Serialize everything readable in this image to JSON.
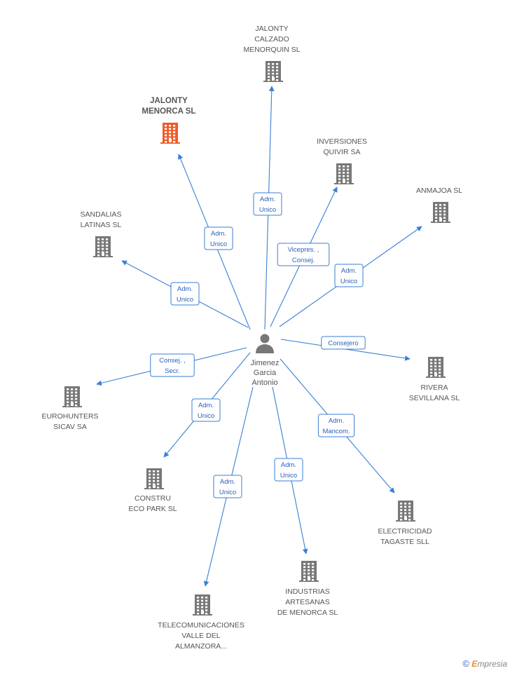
{
  "center": {
    "name_lines": [
      "Jimenez",
      "Garcia",
      "Antonio"
    ],
    "icon": "person-icon"
  },
  "colors": {
    "edge": "#3a7fd5",
    "building": "#777777",
    "highlight_building": "#f05a28"
  },
  "companies": [
    {
      "id": "jalonty-calzado",
      "lines": [
        "JALONTY",
        "CALZADO",
        "MENORQUIN SL"
      ],
      "highlight": false,
      "role": [
        "Adm.",
        "Unico"
      ]
    },
    {
      "id": "jalonty-menorca",
      "lines": [
        "JALONTY",
        "MENORCA SL"
      ],
      "highlight": true,
      "role": [
        "Adm.",
        "Unico"
      ]
    },
    {
      "id": "inversiones-quivir",
      "lines": [
        "INVERSIONES",
        "QUIVIR SA"
      ],
      "highlight": false,
      "role": [
        "Vicepres. ,",
        "Consej."
      ]
    },
    {
      "id": "anmajoa",
      "lines": [
        "ANMAJOA SL"
      ],
      "highlight": false,
      "role": [
        "Adm.",
        "Unico"
      ]
    },
    {
      "id": "sandalias-latinas",
      "lines": [
        "SANDALIAS",
        "LATINAS SL"
      ],
      "highlight": false,
      "role": [
        "Adm.",
        "Unico"
      ]
    },
    {
      "id": "rivera-sevillana",
      "lines": [
        "RIVERA",
        "SEVILLANA SL"
      ],
      "highlight": false,
      "role": [
        "Consejero"
      ]
    },
    {
      "id": "eurohunters",
      "lines": [
        "EUROHUNTERS",
        "SICAV SA"
      ],
      "highlight": false,
      "role": [
        "Consej. ,",
        "Secr."
      ]
    },
    {
      "id": "constru-eco-park",
      "lines": [
        "CONSTRU",
        "ECO PARK SL"
      ],
      "highlight": false,
      "role": [
        "Adm.",
        "Unico"
      ]
    },
    {
      "id": "electricidad-tagaste",
      "lines": [
        "ELECTRICIDAD",
        "TAGASTE SLL"
      ],
      "highlight": false,
      "role": [
        "Adm.",
        "Mancom."
      ]
    },
    {
      "id": "industrias-artesanas",
      "lines": [
        "INDUSTRIAS",
        "ARTESANAS",
        "DE MENORCA SL"
      ],
      "highlight": false,
      "role": [
        "Adm.",
        "Unico"
      ]
    },
    {
      "id": "telecomunicaciones-valle",
      "lines": [
        "TELECOMUNICACIONES",
        "VALLE DEL",
        "ALMANZORA..."
      ],
      "highlight": false,
      "role": [
        "Adm.",
        "Unico"
      ]
    }
  ],
  "credit": {
    "symbol": "©",
    "brand_first": "E",
    "brand_rest": "mpresia"
  }
}
